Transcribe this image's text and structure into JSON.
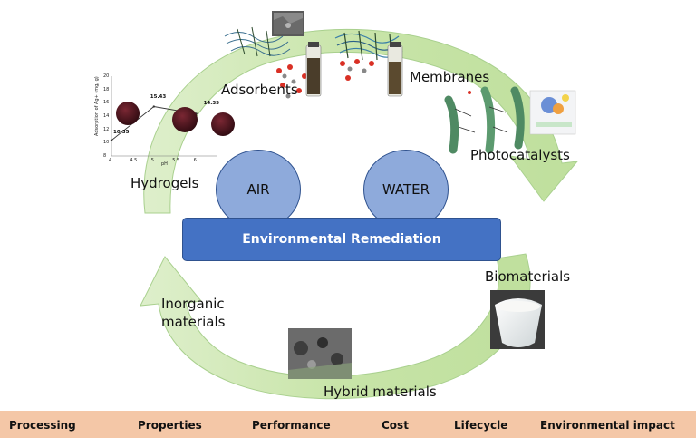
{
  "center": {
    "air_label": "AIR",
    "water_label": "WATER",
    "bar_label": "Environmental Remediation"
  },
  "cycle_labels": {
    "adsorbents": "Adsorbents",
    "membranes": "Membranes",
    "photocatalysts": "Photocatalysts",
    "hydrogels": "Hydrogels",
    "biomaterials": "Biomaterials",
    "inorganic_line1": "Inorganic",
    "inorganic_line2": "materials",
    "hybrid": "Hybrid materials"
  },
  "inset_plot": {
    "ylabel": "Adsorption of Ag+ (mg/ g)",
    "xlabel": "pH",
    "yticks": [
      "20",
      "18",
      "16",
      "14",
      "12",
      "10",
      "8"
    ],
    "xticks": [
      "4",
      "4.5",
      "5",
      "5.5",
      "6"
    ],
    "points": [
      {
        "pH": 4.0,
        "value": 10.35,
        "label": "10.35"
      },
      {
        "pH": 5.0,
        "value": 15.43,
        "label": "15.43"
      },
      {
        "pH": 6.0,
        "value": 14.35,
        "label": "14.35"
      }
    ],
    "ylim": [
      8,
      20
    ],
    "xlim": [
      4,
      6.5
    ]
  },
  "footer": {
    "items": [
      "Processing",
      "Properties",
      "Performance",
      "Cost",
      "Lifecycle",
      "Environmental impact"
    ]
  },
  "colors": {
    "arrow_fill": "#c5e3a4",
    "arrow_stroke": "#a9d08e",
    "circle_fill": "#8eaadb",
    "bar_fill": "#4472c4",
    "footer_fill": "#f4c7a7"
  }
}
